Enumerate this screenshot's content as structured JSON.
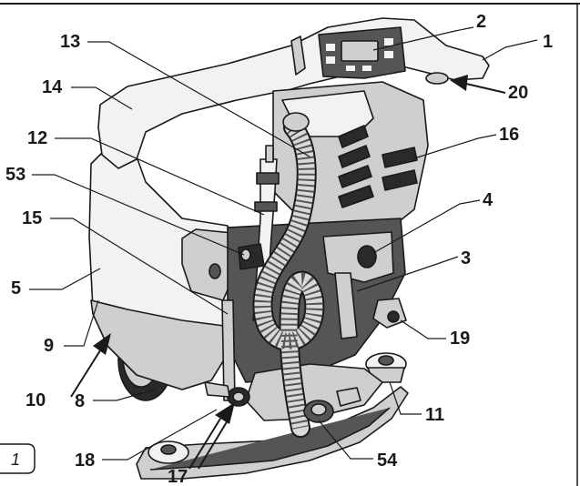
{
  "figure": {
    "label": "1"
  },
  "callouts": [
    {
      "id": "c1",
      "text": "1"
    },
    {
      "id": "c2",
      "text": "2"
    },
    {
      "id": "c3",
      "text": "3"
    },
    {
      "id": "c4",
      "text": "4"
    },
    {
      "id": "c5",
      "text": "5"
    },
    {
      "id": "c8",
      "text": "8"
    },
    {
      "id": "c9",
      "text": "9"
    },
    {
      "id": "c10",
      "text": "10"
    },
    {
      "id": "c11",
      "text": "11"
    },
    {
      "id": "c12",
      "text": "12"
    },
    {
      "id": "c13",
      "text": "13"
    },
    {
      "id": "c14",
      "text": "14"
    },
    {
      "id": "c15",
      "text": "15"
    },
    {
      "id": "c16",
      "text": "16"
    },
    {
      "id": "c17",
      "text": "17"
    },
    {
      "id": "c18",
      "text": "18"
    },
    {
      "id": "c19",
      "text": "19"
    },
    {
      "id": "c20",
      "text": "20"
    },
    {
      "id": "c53",
      "text": "53"
    },
    {
      "id": "c54",
      "text": "54"
    }
  ]
}
